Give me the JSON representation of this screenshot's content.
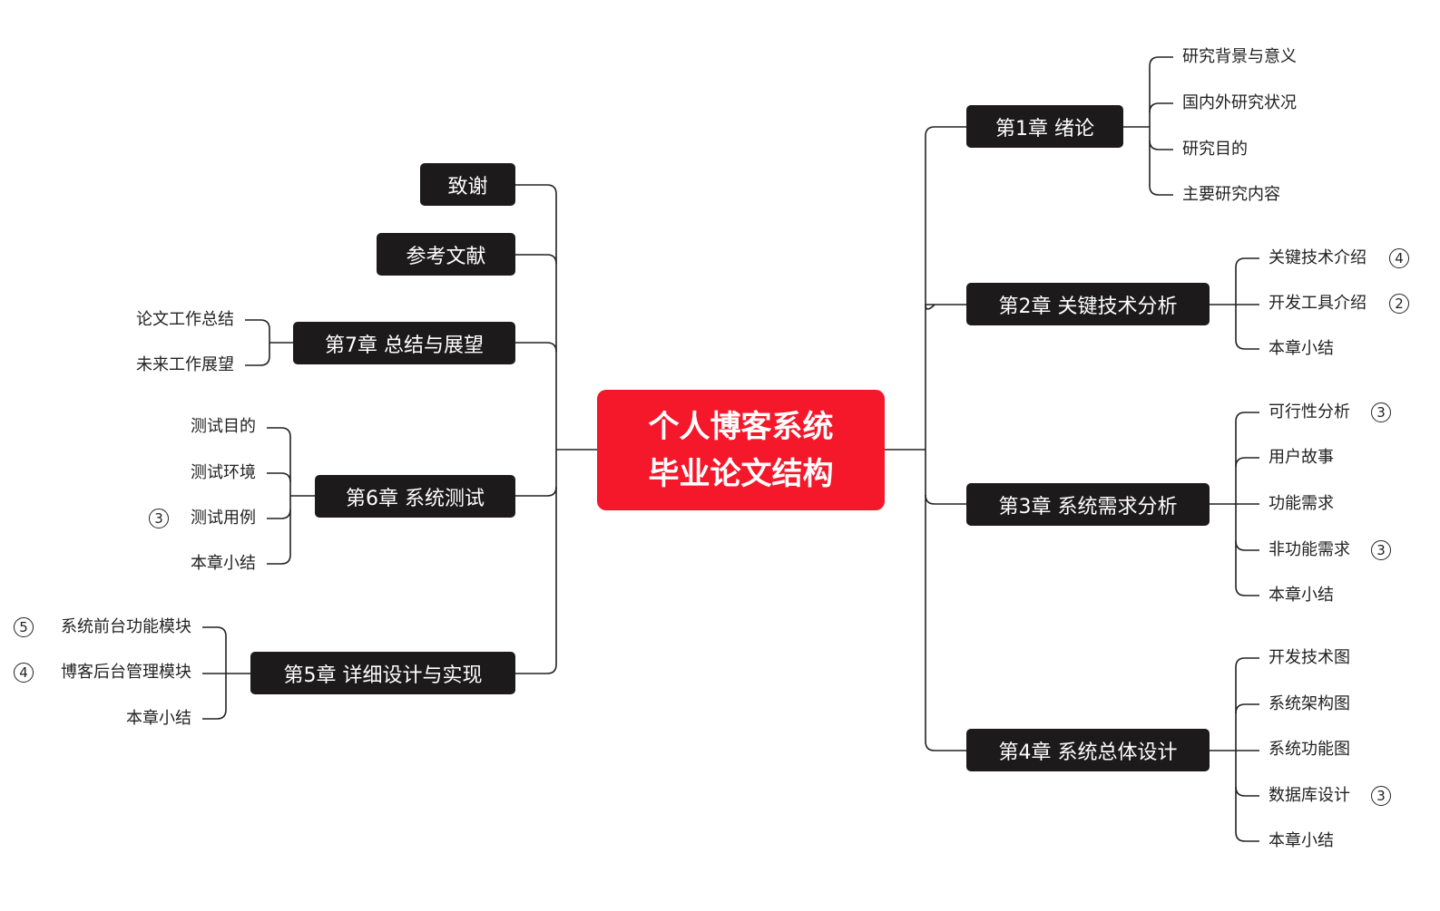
{
  "root": {
    "line1": "个人博客系统",
    "line2": "毕业论文结构",
    "color": "#f5172a"
  },
  "chapters": [
    {
      "id": "ch1",
      "title": "第1章 绪论",
      "children": [
        {
          "label": "研究背景与意义"
        },
        {
          "label": "国内外研究状况"
        },
        {
          "label": "研究目的"
        },
        {
          "label": "主要研究内容"
        }
      ]
    },
    {
      "id": "ch2",
      "title": "第2章 关键技术分析",
      "children": [
        {
          "label": "关键技术介绍",
          "badge": "4"
        },
        {
          "label": "开发工具介绍",
          "badge": "2"
        },
        {
          "label": "本章小结"
        }
      ]
    },
    {
      "id": "ch3",
      "title": "第3章 系统需求分析",
      "children": [
        {
          "label": "可行性分析",
          "badge": "3"
        },
        {
          "label": "用户故事"
        },
        {
          "label": "功能需求"
        },
        {
          "label": "非功能需求",
          "badge": "3"
        },
        {
          "label": "本章小结"
        }
      ]
    },
    {
      "id": "ch4",
      "title": "第4章 系统总体设计",
      "children": [
        {
          "label": "开发技术图"
        },
        {
          "label": "系统架构图"
        },
        {
          "label": "系统功能图"
        },
        {
          "label": "数据库设计",
          "badge": "3"
        },
        {
          "label": "本章小结"
        }
      ]
    },
    {
      "id": "ch5",
      "title": "第5章 详细设计与实现",
      "children": [
        {
          "label": "系统前台功能模块",
          "badge": "5"
        },
        {
          "label": "博客后台管理模块",
          "badge": "4"
        },
        {
          "label": "本章小结"
        }
      ]
    },
    {
      "id": "ch6",
      "title": "第6章 系统测试",
      "children": [
        {
          "label": "测试目的"
        },
        {
          "label": "测试环境"
        },
        {
          "label": "测试用例",
          "badge": "3"
        },
        {
          "label": "本章小结"
        }
      ]
    },
    {
      "id": "ch7",
      "title": "第7章 总结与展望",
      "children": [
        {
          "label": "论文工作总结"
        },
        {
          "label": "未来工作展望"
        }
      ]
    },
    {
      "id": "refs",
      "title": "参考文献",
      "children": []
    },
    {
      "id": "thanks",
      "title": "致谢",
      "children": []
    }
  ]
}
